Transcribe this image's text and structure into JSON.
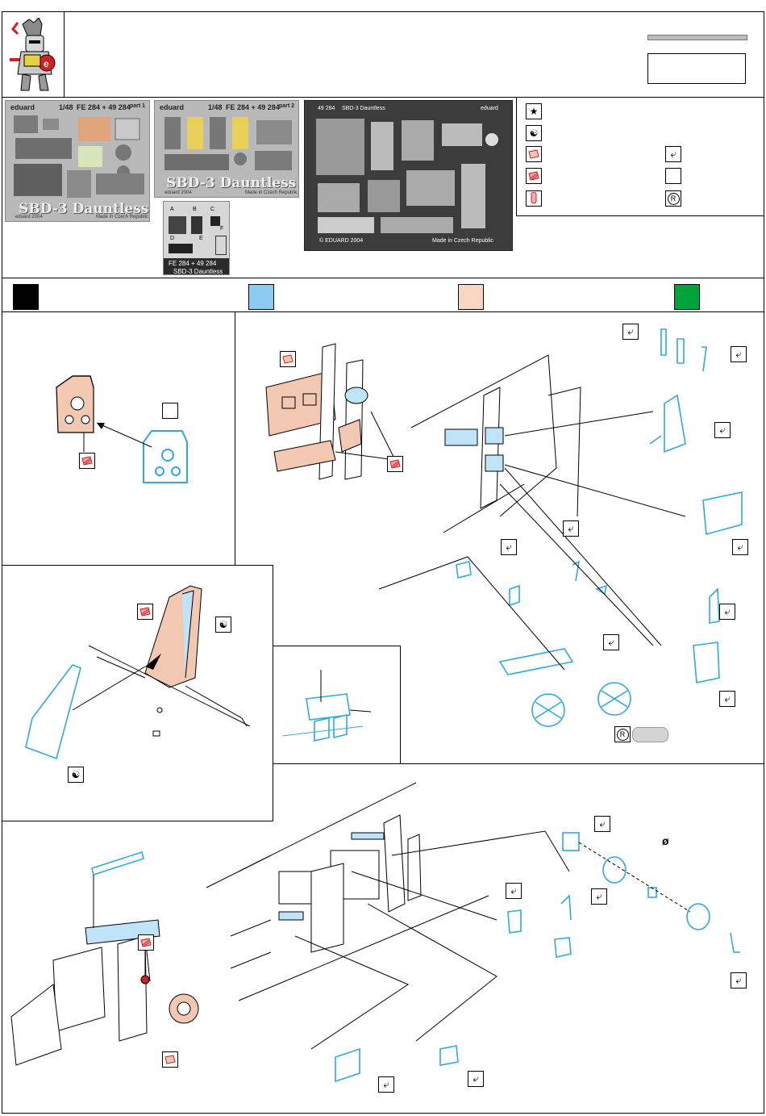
{
  "header": {
    "logo": "eduard-knight-logo",
    "plate1": {
      "brand": "eduard",
      "scale": "1/48",
      "codes": "FE 284 + 49 284",
      "part": "part 1",
      "title": "SBD-3 Dauntless",
      "footer_left": "eduard 2004",
      "footer_right": "Made in Czech Republic"
    },
    "plate2": {
      "brand": "eduard",
      "scale": "1/48",
      "codes": "FE 284 + 49 284",
      "part": "part 2",
      "title": "SBD-3 Dauntless",
      "footer_left": "eduard 2004",
      "footer_right": "Made in Czech Republic"
    },
    "plate3": {
      "code": "49 284",
      "title": "SBD-3 Dauntless",
      "brand": "eduard",
      "footer_left": "© EDUARD 2004",
      "footer_right": "Made in Czech Republic"
    },
    "small_plate": {
      "letters": [
        "A",
        "B",
        "C",
        "D",
        "E",
        "F"
      ],
      "code": "FE 284 + 49 284",
      "title": "SBD-3 Dauntless"
    }
  },
  "colors": {
    "swatch_black": "#000000",
    "swatch_blue": "#8ccbf0",
    "swatch_tan": "#f8d6c2",
    "swatch_green": "#00a33a",
    "part_blue": "#30a8e0",
    "part_tan": "#f2c8b3",
    "red": "#d63a3a"
  },
  "legend": {
    "icons": [
      "star-icon",
      "yin-yang-icon",
      "photoetch-tan-icon",
      "photoetch-red-icon",
      "pin-icon",
      "check-icon",
      "empty-box-icon",
      "r-icon"
    ]
  },
  "steps": {
    "markers": [
      "check-icon",
      "photoetch-tan-icon",
      "photoetch-red-icon",
      "yin-yang-icon",
      "empty-box-icon",
      "r-icon",
      "diameter-icon"
    ],
    "diameter_symbol": "ø",
    "r_symbol": "R"
  }
}
